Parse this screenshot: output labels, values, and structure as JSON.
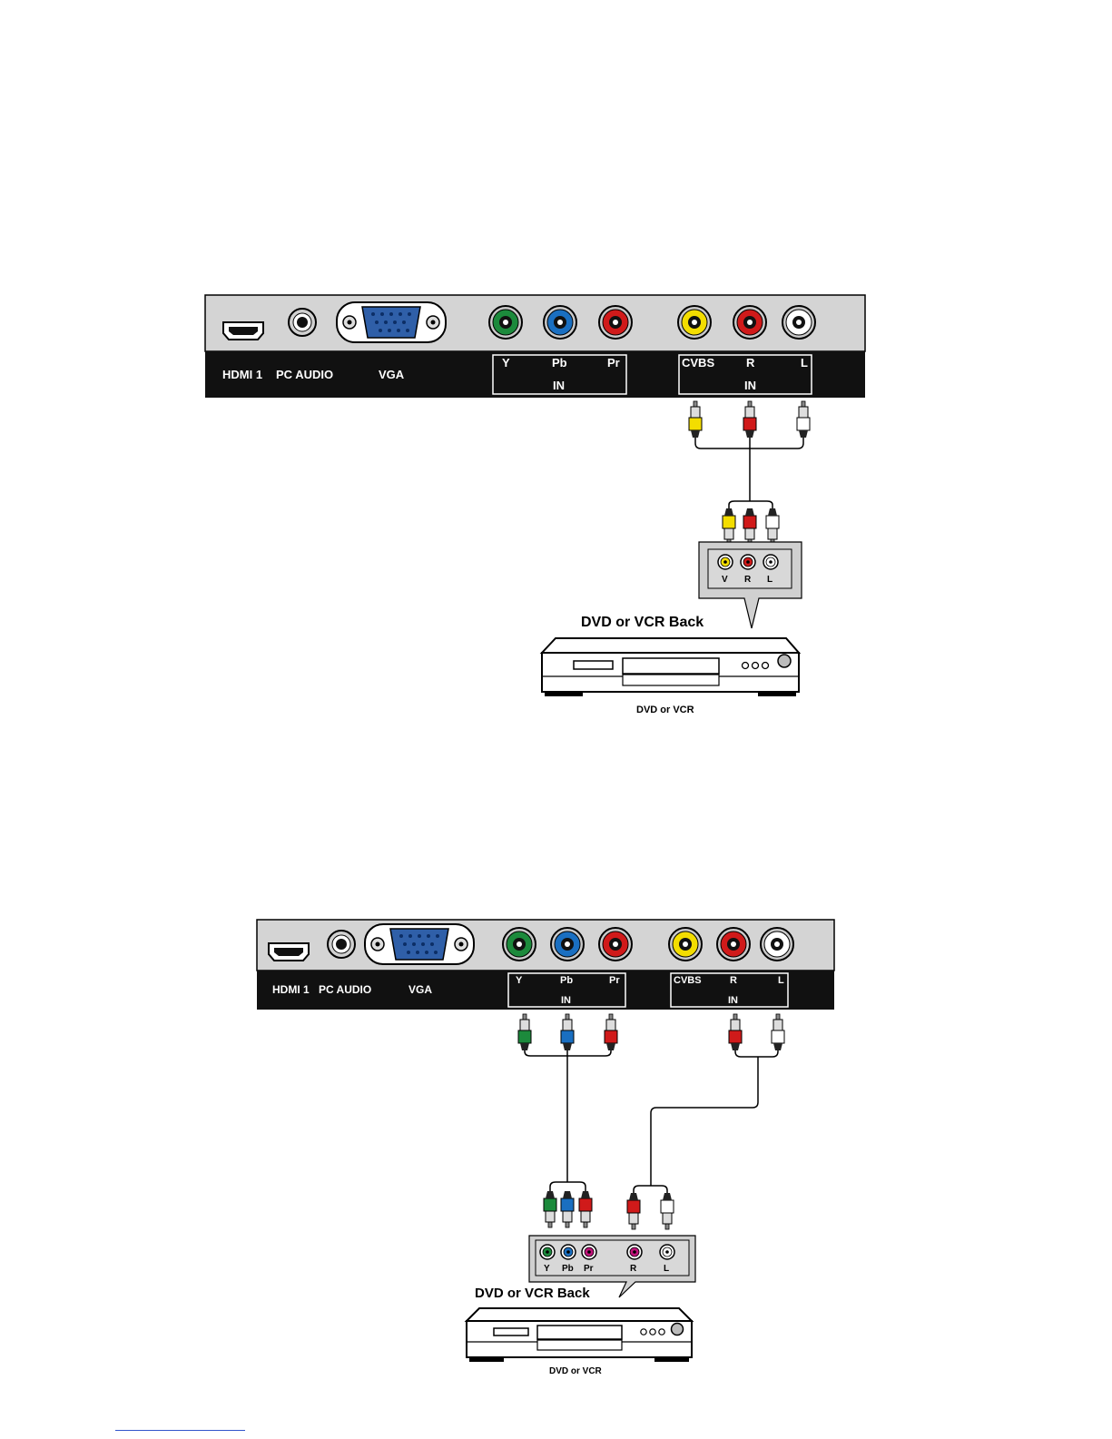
{
  "colors": {
    "panel_bg": "#d4d4d4",
    "label_strip": "#111111",
    "green": "#1c8a3c",
    "blue": "#1a6fc1",
    "red": "#d01a1a",
    "yellow": "#f3dd00",
    "white": "#ffffff",
    "magenta": "#c0147a",
    "vga_blue": "#2f5fa8"
  },
  "diagram1": {
    "panel_labels": {
      "hdmi": "HDMI 1",
      "pc_audio": "PC AUDIO",
      "vga": "VGA",
      "y": "Y",
      "pb": "Pb",
      "pr": "Pr",
      "component_in": "IN",
      "cvbs": "CVBS",
      "r": "R",
      "l": "L",
      "av_in": "IN"
    },
    "back_panel": {
      "v": "V",
      "r": "R",
      "l": "L"
    },
    "title": "DVD or VCR Back",
    "device_caption": "DVD or VCR"
  },
  "diagram2": {
    "panel_labels": {
      "hdmi": "HDMI 1",
      "pc_audio": "PC AUDIO",
      "vga": "VGA",
      "y": "Y",
      "pb": "Pb",
      "pr": "Pr",
      "component_in": "IN",
      "cvbs": "CVBS",
      "r": "R",
      "l": "L",
      "av_in": "IN"
    },
    "back_panel": {
      "y": "Y",
      "pb": "Pb",
      "pr": "Pr",
      "r": "R",
      "l": "L"
    },
    "title": "DVD or VCR Back",
    "device_caption": "DVD or VCR"
  }
}
